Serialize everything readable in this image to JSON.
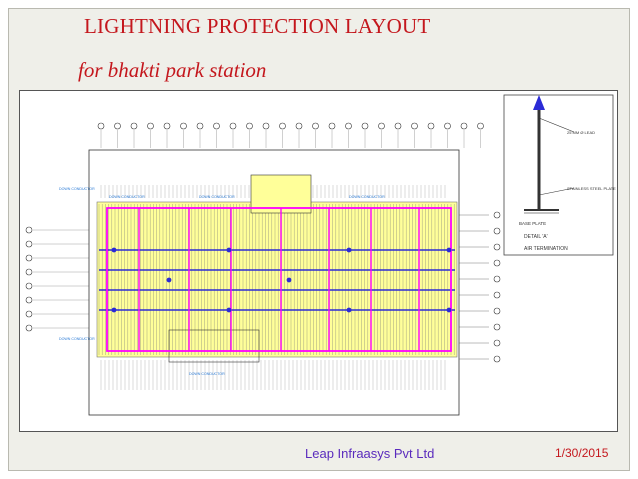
{
  "slide": {
    "title": "LIGHTNING PROTECTION LAYOUT",
    "subtitle": "for bhakti park station",
    "footer_company": "Leap Infraasys Pvt Ltd",
    "footer_date": "1/30/2015"
  },
  "colors": {
    "title": "#c4171d",
    "footer_company": "#5a2bbd",
    "frame_bg": "#efefe9",
    "conductor": "#ff00ff",
    "rod": "#2b2bd6",
    "roof_band": "#ffff99"
  },
  "drawing": {
    "description_icon": "cad-drawing",
    "detail_labels": [
      "BASE PLATE",
      "DETAIL 'A'",
      "AIR TERMINATION"
    ]
  }
}
